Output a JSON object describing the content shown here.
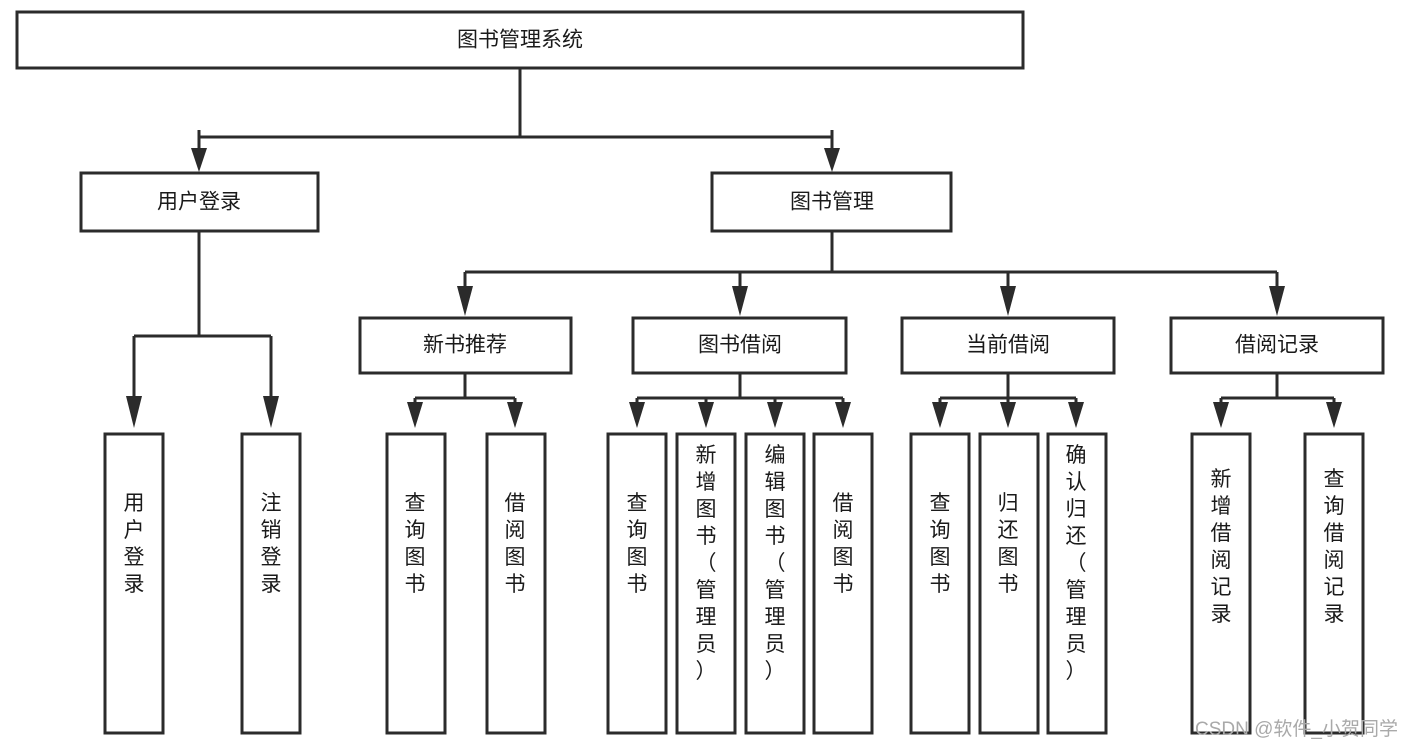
{
  "diagram": {
    "type": "tree-hierarchy-chart",
    "title": "图书管理系统",
    "orientation": "top-down",
    "colors": {
      "box_stroke": "#2b2b2b",
      "box_fill": "#ffffff",
      "connector": "#2b2b2b",
      "label_text": "#1a1a1a",
      "watermark": "#a9a9a9",
      "background": "#ffffff"
    },
    "levels": [
      {
        "level": 0,
        "nodes": [
          {
            "id": "root",
            "label": "图书管理系统",
            "orientation": "horizontal"
          }
        ]
      },
      {
        "level": 1,
        "nodes": [
          {
            "id": "user-login",
            "label": "用户登录",
            "orientation": "horizontal",
            "parent": "root"
          },
          {
            "id": "book-manage",
            "label": "图书管理",
            "orientation": "horizontal",
            "parent": "root"
          }
        ]
      },
      {
        "level": 2,
        "nodes": [
          {
            "id": "new-book-rec",
            "label": "新书推荐",
            "orientation": "horizontal",
            "parent": "book-manage"
          },
          {
            "id": "book-borrow",
            "label": "图书借阅",
            "orientation": "horizontal",
            "parent": "book-manage"
          },
          {
            "id": "current-borrow",
            "label": "当前借阅",
            "orientation": "horizontal",
            "parent": "book-manage"
          },
          {
            "id": "borrow-record",
            "label": "借阅记录",
            "orientation": "horizontal",
            "parent": "book-manage"
          }
        ]
      },
      {
        "level": 3,
        "nodes": [
          {
            "id": "leaf-user-login",
            "label": "用户登录",
            "orientation": "vertical",
            "parent": "user-login"
          },
          {
            "id": "leaf-user-logout",
            "label": "注销登录",
            "orientation": "vertical",
            "parent": "user-login"
          },
          {
            "id": "leaf-query-book-1",
            "label": "查询图书",
            "orientation": "vertical",
            "parent": "new-book-rec"
          },
          {
            "id": "leaf-borrow-book-1",
            "label": "借阅图书",
            "orientation": "vertical",
            "parent": "new-book-rec"
          },
          {
            "id": "leaf-query-book-2",
            "label": "查询图书",
            "orientation": "vertical",
            "parent": "book-borrow"
          },
          {
            "id": "leaf-add-book",
            "label": "新增图书（管理员）",
            "orientation": "vertical",
            "parent": "book-borrow"
          },
          {
            "id": "leaf-edit-book",
            "label": "编辑图书（管理员）",
            "orientation": "vertical",
            "parent": "book-borrow"
          },
          {
            "id": "leaf-borrow-book-2",
            "label": "借阅图书",
            "orientation": "vertical",
            "parent": "book-borrow"
          },
          {
            "id": "leaf-query-book-3",
            "label": "查询图书",
            "orientation": "vertical",
            "parent": "current-borrow"
          },
          {
            "id": "leaf-return-book",
            "label": "归还图书",
            "orientation": "vertical",
            "parent": "current-borrow"
          },
          {
            "id": "leaf-confirm-return",
            "label": "确认归还（管理员）",
            "orientation": "vertical",
            "parent": "current-borrow"
          },
          {
            "id": "leaf-add-record",
            "label": "新增借阅记录",
            "orientation": "vertical",
            "parent": "borrow-record"
          },
          {
            "id": "leaf-query-record",
            "label": "查询借阅记录",
            "orientation": "vertical",
            "parent": "borrow-record"
          }
        ]
      }
    ]
  },
  "watermark": {
    "text": "CSDN @软件_小贺同学"
  }
}
